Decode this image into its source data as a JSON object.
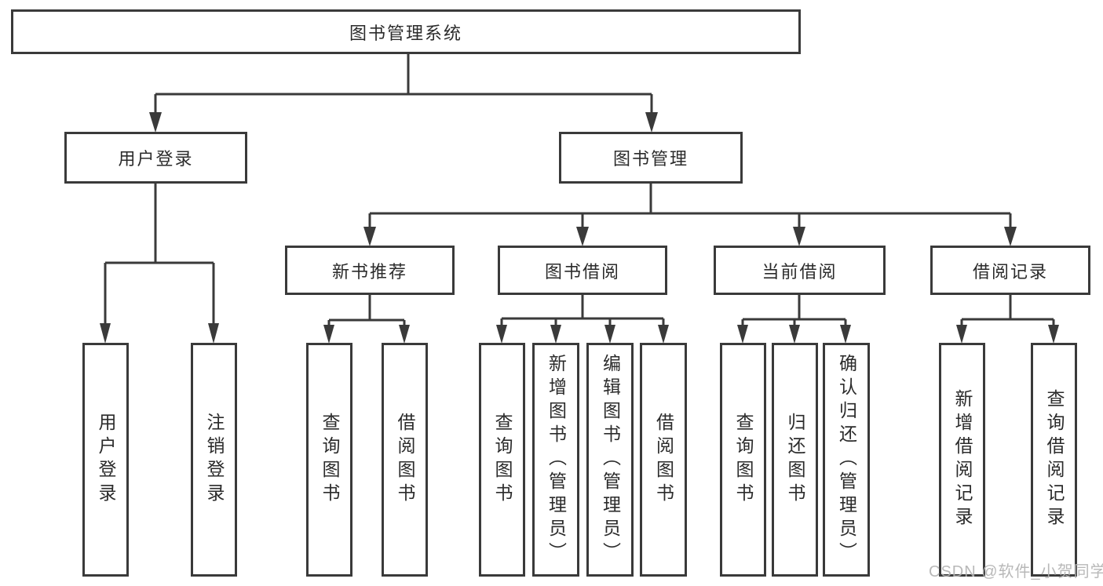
{
  "colors": {
    "line": "#3a3a3a",
    "text": "#2b2b2b",
    "watermark": "#b3b3b3",
    "background": "#ffffff"
  },
  "watermark": "CSDN @软件_小贺同学",
  "tree": {
    "root": "图书管理系统",
    "branches": [
      {
        "label": "用户登录",
        "children": [
          {
            "label": "用户登录"
          },
          {
            "label": "注销登录"
          }
        ]
      },
      {
        "label": "图书管理",
        "groups": [
          {
            "label": "新书推荐",
            "children": [
              {
                "label": "查询图书"
              },
              {
                "label": "借阅图书"
              }
            ]
          },
          {
            "label": "图书借阅",
            "children": [
              {
                "label": "查询图书"
              },
              {
                "label": "新增图书（管理员）"
              },
              {
                "label": "编辑图书（管理员）"
              },
              {
                "label": "借阅图书"
              }
            ]
          },
          {
            "label": "当前借阅",
            "children": [
              {
                "label": "查询图书"
              },
              {
                "label": "归还图书"
              },
              {
                "label": "确认归还（管理员）"
              }
            ]
          },
          {
            "label": "借阅记录",
            "children": [
              {
                "label": "新增借阅记录"
              },
              {
                "label": "查询借阅记录"
              }
            ]
          }
        ]
      }
    ]
  }
}
